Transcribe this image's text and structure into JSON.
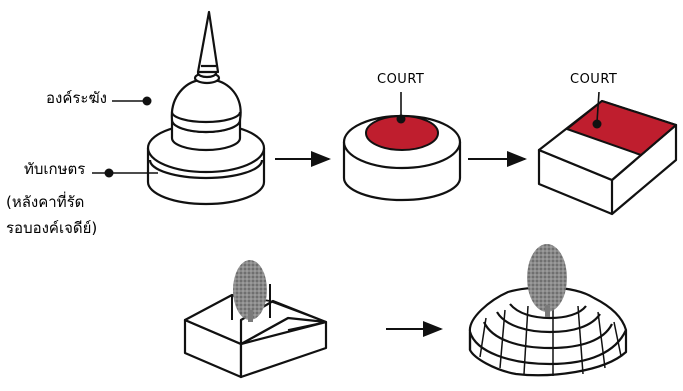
{
  "labels": {
    "spire_top": "องค์ระฆัง",
    "base_line1": "ทับเกษตร",
    "base_line2": "(หลังคาที่รัด",
    "base_line3": "รอบองค์เจดีย์)",
    "court_middle": "COURT",
    "court_right": "COURT"
  },
  "colors": {
    "court_fill": "#bf1e2e",
    "line": "#111111",
    "tree": "#7a7a7a"
  }
}
